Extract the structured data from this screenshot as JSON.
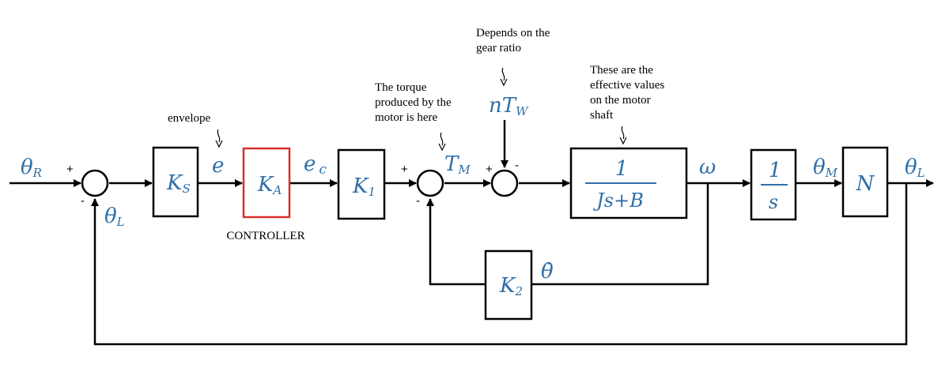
{
  "diagram": {
    "input_label": "θ",
    "input_sub": "R",
    "feedback_label": "θ",
    "feedback_sub": "L",
    "output_label": "θ",
    "output_sub": "L",
    "ks_block": {
      "main": "K",
      "sub": "S"
    },
    "ka_block": {
      "main": "K",
      "sub": "A"
    },
    "k1_block": {
      "main": "K",
      "sub": "1"
    },
    "k2_block": {
      "main": "K",
      "sub": "2"
    },
    "plant_block": {
      "numerator": "1",
      "denominator": "Js+B"
    },
    "integrator_block": {
      "numerator": "1",
      "denominator": "s"
    },
    "gear_block": "N",
    "signal_e": "e",
    "signal_ec_main": "e",
    "signal_ec_sub": "c",
    "signal_tm_main": "T",
    "signal_tm_sub": "M",
    "signal_ntw_main": "nT",
    "signal_ntw_sub": "W",
    "signal_omega": "ω",
    "signal_thetam_main": "θ",
    "signal_thetam_sub": "M",
    "signal_thetadot": "θ̇",
    "controller_label": "CONTROLLER",
    "sum1_plus": "+",
    "sum1_minus": "-",
    "sum2_plus": "+",
    "sum2_minus": "-",
    "sum3_plus": "+",
    "sum3_minus": "-",
    "note_envelope": "envelope",
    "note_torque": [
      "The torque",
      "produced by the",
      "motor is here"
    ],
    "note_gear": [
      "Depends on the",
      "gear ratio"
    ],
    "note_effective": [
      "These are the",
      "effective values",
      "on the motor",
      "shaft"
    ],
    "accent_color": "#2f6fa8",
    "controller_color": "#d9302b"
  }
}
